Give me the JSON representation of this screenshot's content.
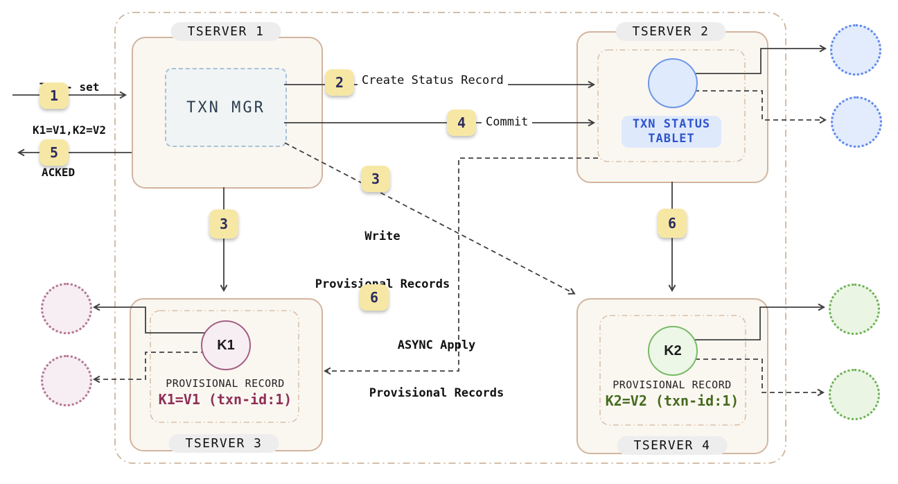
{
  "colors": {
    "container_border": "#cdb59d",
    "server_fill": "#faf7f1",
    "server_border": "#d2b49e",
    "pill_bg": "#ededed",
    "badge_bg": "#f6e8a4",
    "badge_text": "#2b2a5e",
    "txn_mgr_fill": "#f1f4f4",
    "txn_mgr_border": "#a9c1d6",
    "txn_mgr_text": "#2c3e50",
    "status_circle_fill": "#dfeafc",
    "status_circle_border": "#6e96e8",
    "tablet_bg": "#dfe9fc",
    "tablet_text": "#2e54cc",
    "k1_fill": "#f7eef3",
    "k1_border": "#a35f83",
    "k1_record_text": "#8e3057",
    "k2_fill": "#ecf7e8",
    "k2_border": "#79ba67",
    "k2_record_text": "#456a1d",
    "replica_pink": "#b4718f",
    "replica_blue": "#5c86ea",
    "replica_green": "#6cb053",
    "line": "#3f3f3f"
  },
  "servers": {
    "t1": {
      "label": "TSERVER 1"
    },
    "t2": {
      "label": "TSERVER 2"
    },
    "t3": {
      "label": "TSERVER 3"
    },
    "t4": {
      "label": "TSERVER 4"
    }
  },
  "nodes": {
    "txn_mgr": "TXN MGR",
    "tablet_line1": "TXN STATUS",
    "tablet_line2": "TABLET",
    "k1": "K1",
    "k2": "K2"
  },
  "records": {
    "title": "PROVISIONAL RECORD",
    "k1": "K1=V1 (txn-id:1)",
    "k2": "K2=V2 (txn-id:1)"
  },
  "steps": {
    "s1": {
      "badge": "1",
      "line1": "TXN - set",
      "line2": "K1=V1,K2=V2"
    },
    "s2": {
      "badge": "2",
      "label": "Create Status Record"
    },
    "s3": {
      "badge": "3",
      "line1": "Write",
      "line2": "Provisional Records"
    },
    "s4": {
      "badge": "4",
      "label": "Commit"
    },
    "s5": {
      "badge": "5",
      "label": "ACKED"
    },
    "s6": {
      "badge": "6",
      "line1": "ASYNC Apply",
      "line2": "Provisional Records"
    }
  }
}
